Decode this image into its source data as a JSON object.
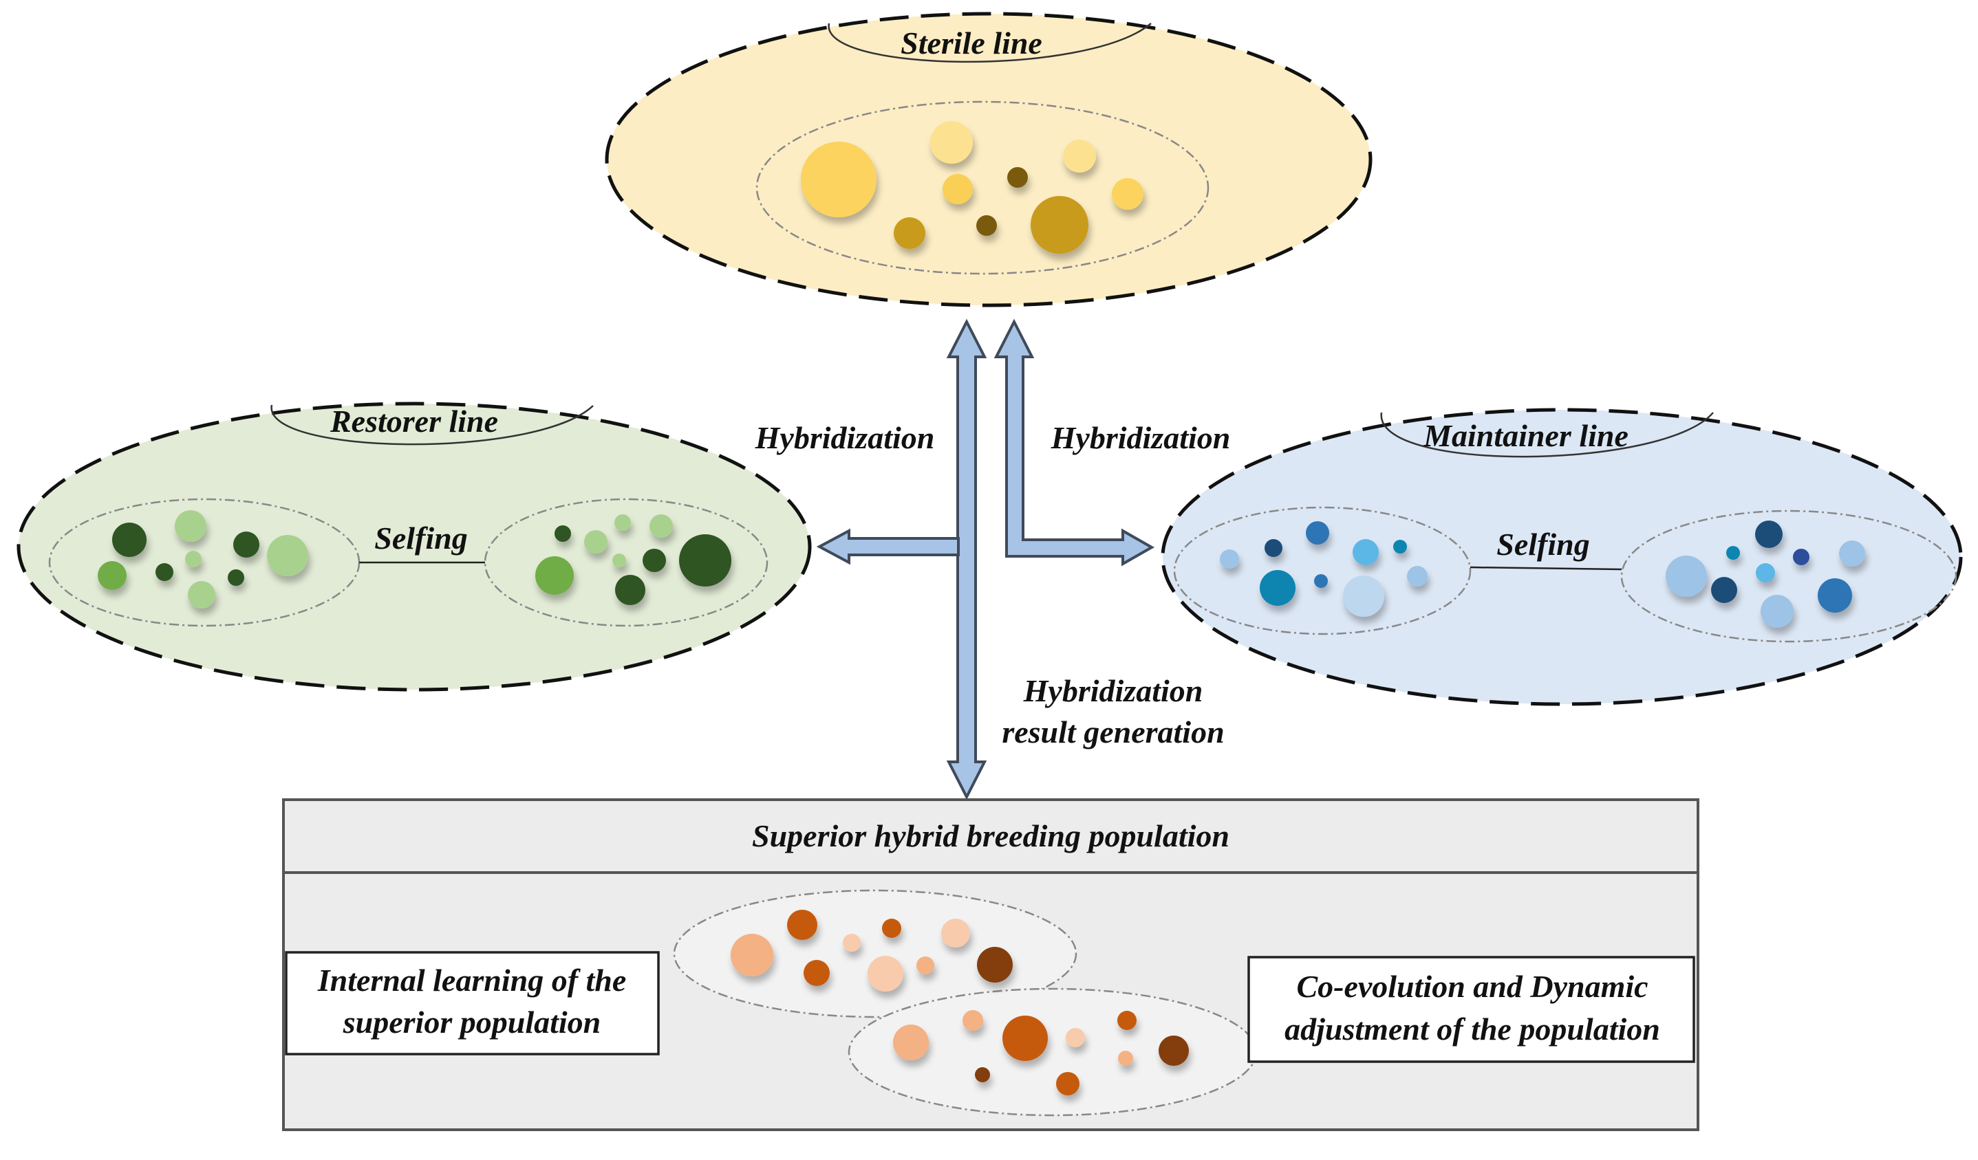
{
  "labels": {
    "sterile": "Sterile line",
    "restorer": "Restorer line",
    "maintainer": "Maintainer line",
    "selfing_left": "Selfing",
    "selfing_right": "Selfing",
    "hybrid_left": "Hybridization",
    "hybrid_right": "Hybridization",
    "hybrid_result_1": "Hybridization",
    "hybrid_result_2": "result generation",
    "superior_title": "Superior hybrid breeding population",
    "internal_1": "Internal learning of the",
    "internal_2": "superior population",
    "coevo_1": "Co-evolution and Dynamic",
    "coevo_2": "adjustment of the population"
  },
  "colors": {
    "sterile_fill": "#FCEDC4",
    "restorer_fill": "#E2EBD6",
    "maintainer_fill": "#DCE7F5",
    "arrow_fill": "#A7C3E6",
    "arrow_stroke": "#3F4A5A",
    "box_fill": "#ECECEC",
    "box_stroke": "#555555"
  }
}
